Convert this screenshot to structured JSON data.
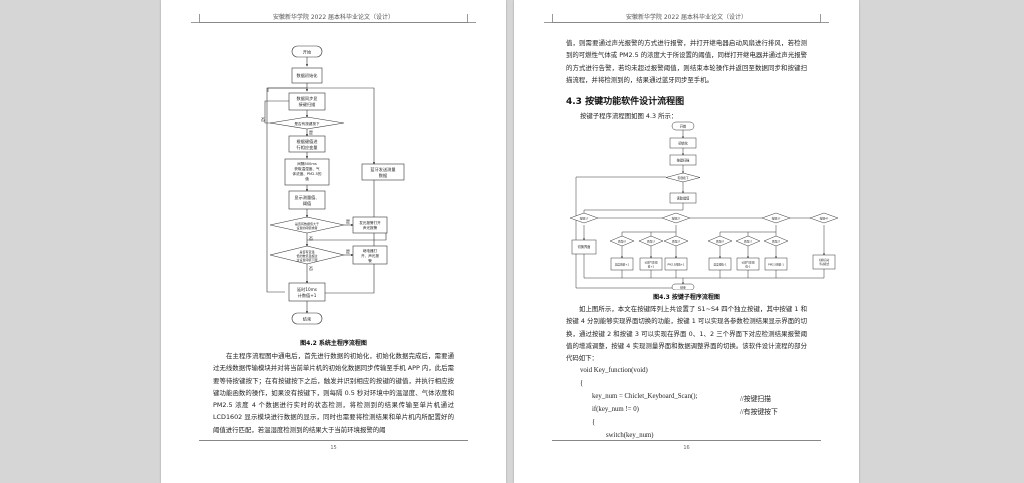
{
  "left_page": {
    "header": "安徽新华学院 2022 届本科毕业论文（设计）",
    "page_number": "15",
    "flowchart": {
      "start": "开始",
      "init": "数据初始化",
      "display": "数据同步显\n接键扫描",
      "key_question": "是否有按键按下",
      "no": "否",
      "yes": "是",
      "key_process": "根据键值进\n行相应变量",
      "sampling": "间隔500ms\n获取温湿度、气\n体浓度、PM2.5的\n值",
      "show_data": "显示测量值、\n阈值",
      "compare": "是否有数据值大于\n设置的阈值或者",
      "alarm": "发光报警打开\n声光报警",
      "temp_compare": "是否有室温\n低的数值且超过\n过设置阈值下限",
      "relay": "继电器打\n开、声光报\n警",
      "delay": "延时10ms\n计数值+1",
      "bluetooth": "蓝牙发送测量\n数据",
      "end": "结束"
    },
    "caption": "图4.2  系统主程序流程图",
    "paragraph": "在主程序流程图中通电后，首先进行数据的初始化，初始化数据完成后，需要通过无线数据传输模块并对将当前单片机的初始化数据同步传输至手机 APP 内，此后需要等待按键按下；在有按键按下之后，触发并识别相应的按键的键值，并执行相应按键功能函数的操作，如果没有按键下，则每隔 0.5 秒对环境中的温湿度、气体浓度和 PM2.5 浓度 4 个数据进行实时的状态检测，将检测到的结果传输至单片机通过 LCD1602 显示模块进行数据的显示，同时也需要将检测结果和单片机内所配置好的阈值进行匹配，若温湿度检测到的结果大于当前环境报警的阈"
  },
  "right_page": {
    "header": "安徽新华学院 2022 届本科毕业论文（设计）",
    "page_number": "16",
    "top_paragraph": "值，则需要通过声光报警的方式进行报警，并打开继电器启动风扇进行排风，若检测到的可燃性气体或 PM2.5 的浓度大于所设置的阈值，同样打开继电器并通过声光报警的方式进行告警，若均未超过报警阈值，则结束本轮操作并返回至数据同步和按键扫描流程，并将检测到的，结果通过蓝牙同步至手机。",
    "section_title": "4.3  按键功能软件设计流程图",
    "intro": "按键子程序流程图如图 4.3 所示：",
    "flowchart": {
      "start": "开始",
      "init": "初始化",
      "scan": "按键扫描",
      "any_key": "有键按下",
      "read_key": "读取键值",
      "key1": "按键1?",
      "key2": "按键2?",
      "key3": "按键3?",
      "key4": "按键4?",
      "yes": "是",
      "no": "否",
      "switch_view": "切换界面",
      "iface0": "界面0?",
      "iface1": "界面1?",
      "iface2": "界面2?",
      "temp_up": "温度阈值+1",
      "gas_up": "可燃气体阈值+1",
      "pm_up": "PM2.5阈值+1",
      "temp_down": "温度阈值-1",
      "gas_down": "可燃气体阈值-1",
      "pm_down": "PM2.5阈值-1",
      "mode": "切换自动手动模式",
      "end": "结束"
    },
    "caption": "图4.3  按键子程序流程图",
    "paragraph": "如上图所示，本文在按键阵列上共设置了 S1~S4 四个独立按键，其中按键 1 和按键 4 分别能够实现界面切换的功能，按键 1 可以实现各参数检测结果显示界面的切换，通过按键 2 和按键 3 可以实现在界面 0、1、2 三个界面下对应检测结果报警阈值的增减调整，按键 4 实现测量界面和数据调整界面的切换。该软件设计流程的部分代码如下：",
    "code": [
      {
        "text": "void Key_function(void)",
        "comment": ""
      },
      {
        "text": "{",
        "comment": ""
      },
      {
        "text": "key_num = Chiclet_Keyboard_Scan();",
        "comment": "//按键扫描"
      },
      {
        "text": "if(key_num != 0)",
        "comment": "//有按键按下"
      },
      {
        "text": "{",
        "comment": ""
      },
      {
        "text": "switch(key_num)",
        "comment": ""
      }
    ]
  }
}
